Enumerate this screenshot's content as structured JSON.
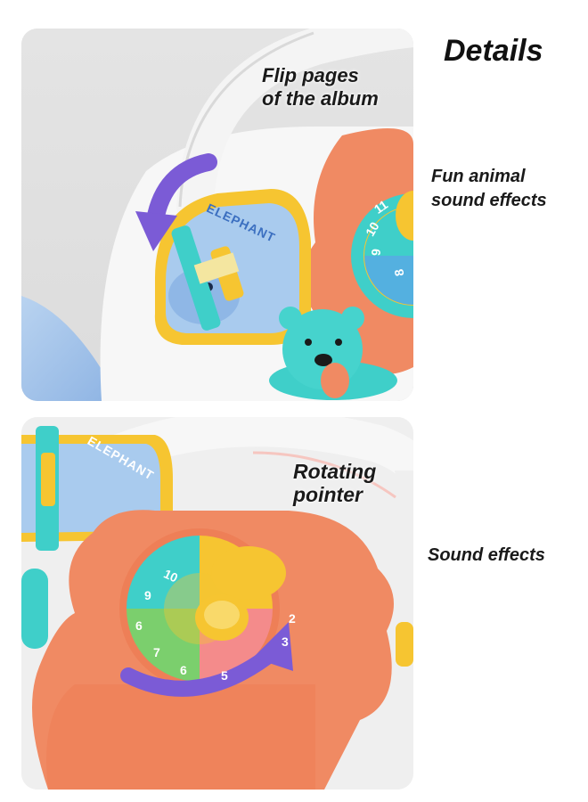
{
  "title": "Details",
  "panels": [
    {
      "caption": [
        "Flip pages",
        "of the album"
      ],
      "side_label": [
        "Fun animal",
        "sound effects"
      ],
      "album_label": "ELEPHANT",
      "dial_numbers": [
        "11",
        "10",
        "9",
        "8"
      ]
    },
    {
      "caption": [
        "Rotating",
        "pointer"
      ],
      "side_label": [
        "Sound effects"
      ],
      "album_label": "ELEPHANT",
      "dial_numbers": [
        "10",
        "9",
        "6",
        "7",
        "6",
        "5",
        "2",
        "3"
      ]
    }
  ],
  "colors": {
    "orange": "#f08a63",
    "teal": "#3fcfc9",
    "yellow": "#f6c531",
    "purple": "#7b5bd6",
    "blue": "#7fa6d9"
  }
}
